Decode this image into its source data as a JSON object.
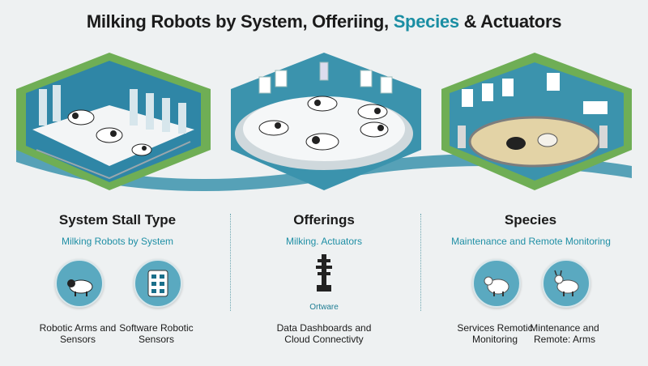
{
  "title": {
    "part1": "Milking Robots by System, Offeriing, ",
    "part2": "Species",
    "part3": " & Actuators"
  },
  "columns": [
    {
      "heading": "System Stall Type",
      "subheading": "Milking Robots  by  System",
      "items": [
        {
          "label": "Robotic Arms and Sensors",
          "icon": "cow-icon"
        },
        {
          "label": "Software Robotic Sensors",
          "icon": "control-panel-icon"
        }
      ]
    },
    {
      "heading": "Offerings",
      "subheading": "Milking. Actuators",
      "items": [
        {
          "caption": "Ortware",
          "icon": "actuator-icon"
        },
        {
          "label": "Data Dashboards and Cloud Connectivty"
        }
      ]
    },
    {
      "heading": "Species",
      "subheading": "Maintenance and Remote Monitoring",
      "items": [
        {
          "label": "Services Remotic Monitoring",
          "icon": "sheep-icon"
        },
        {
          "label": "Mintenance and Remote: Arms",
          "icon": "goat-icon"
        }
      ]
    }
  ],
  "colors": {
    "accent": "#1a8ea3",
    "green": "#6fae55",
    "teal": "#3b93ad",
    "circle": "#5aa9c0"
  },
  "scene_panels": [
    {
      "name": "milking-barn-scene",
      "depicts": "cows-in-robotic-stalls"
    },
    {
      "name": "rotary-parlor-scene",
      "depicts": "cows-on-rotary-platform"
    },
    {
      "name": "goat-pen-scene",
      "depicts": "goats-in-monitored-pen"
    }
  ]
}
